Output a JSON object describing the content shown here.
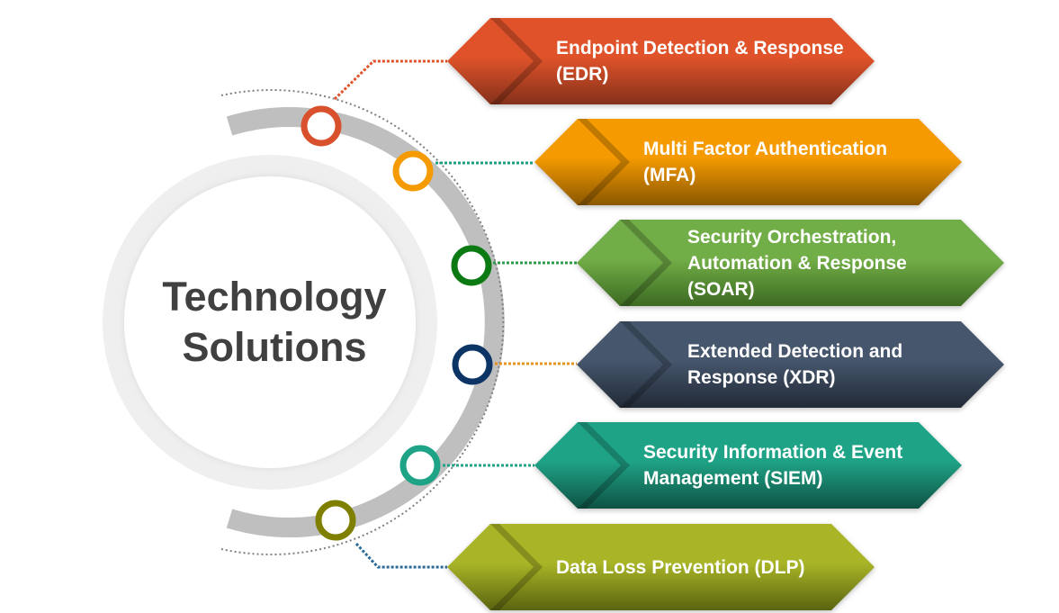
{
  "title": {
    "line1": "Technology",
    "line2": "Solutions"
  },
  "items": [
    {
      "label": "Endpoint Detection & Response (EDR)",
      "color": "#e0532a",
      "dark": "#84301a",
      "connector": "#e0532a",
      "ring": "#d9502c"
    },
    {
      "label": "Multi Factor Authentication (MFA)",
      "color": "#f59a00",
      "dark": "#8a5700",
      "connector": "#1a9e80",
      "ring": "#f59a00"
    },
    {
      "label": "Security Orchestration, Automation & Response (SOAR)",
      "color": "#72ae47",
      "dark": "#3c6a22",
      "connector": "#2e9a4a",
      "ring": "#0c7a12"
    },
    {
      "label": "Extended Detection and Response (XDR)",
      "color": "#46566c",
      "dark": "#212a37",
      "connector": "#e59420",
      "ring": "#0c3566"
    },
    {
      "label": "Security Information & Event Management (SIEM)",
      "color": "#1fa386",
      "dark": "#0e5244",
      "connector": "#1fa386",
      "ring": "#1fa386"
    },
    {
      "label": "Data Loss Prevention (DLP)",
      "color": "#a9b526",
      "dark": "#5a6410",
      "connector": "#2a6a9a",
      "ring": "#7f7f00"
    }
  ]
}
